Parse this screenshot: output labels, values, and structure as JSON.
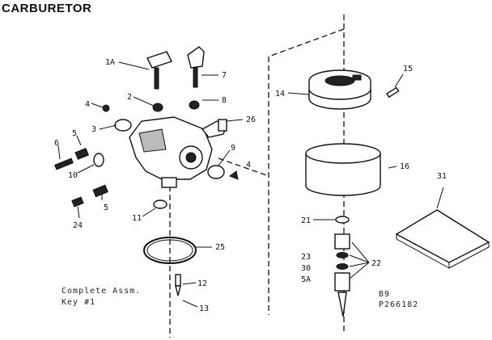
{
  "title": "CARBURETOR",
  "note": {
    "line1": "Complete Assm.",
    "line2": "Key #1"
  },
  "ref": {
    "line1": "B9",
    "line2": "P266182"
  },
  "callouts": {
    "c1a": "1A",
    "c2": "2",
    "c3": "3",
    "c4a": "4",
    "c4b": "4",
    "c5a": "5",
    "c5b": "5",
    "c6": "6",
    "c7": "7",
    "c8": "8",
    "c9": "9",
    "c10": "10",
    "c11": "11",
    "c12": "12",
    "c13": "13",
    "c14": "14",
    "c15": "15",
    "c16": "16",
    "c21": "21",
    "c22": "22",
    "c23": "23",
    "c24": "24",
    "c25": "25",
    "c26": "26",
    "c30": "30",
    "c31": "31",
    "c5A": "5A"
  }
}
